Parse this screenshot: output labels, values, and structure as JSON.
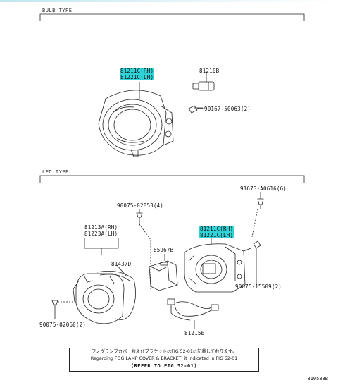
{
  "sections": {
    "bulb_type": "BULB TYPE",
    "led_type": "LED TYPE"
  },
  "parts": {
    "p1_rh": "81211C(RH)",
    "p1_lh": "81221C(LH)",
    "p_bulb": "81210B",
    "p_bolt1": "90167-50063(2)",
    "p_clip1": "91673-A0616(6)",
    "p_screw1": "90075-02853(4)",
    "p_cover_rh": "81213A(RH)",
    "p_cover_lh": "81223A(LH)",
    "p_module": "85967B",
    "p_gasket": "81437D",
    "p2_rh": "81211C(RH)",
    "p2_lh": "81221C(LH)",
    "p_screw2": "90075-15509(2)",
    "p_screw3": "90075-02060(2)",
    "p_wire": "81215E"
  },
  "note": {
    "line1": "フォグランプカバーおよびブラケットはFIG 52-01に記載しております。",
    "line2": "Regarding FOG LAMP COVER & BRACKET, it indicated in FIG 52-01",
    "line3": "(REFER TO FIG 52-01)"
  },
  "figure_id": "810583B",
  "colors": {
    "highlight": "#2fd3d8",
    "line": "#222222"
  }
}
